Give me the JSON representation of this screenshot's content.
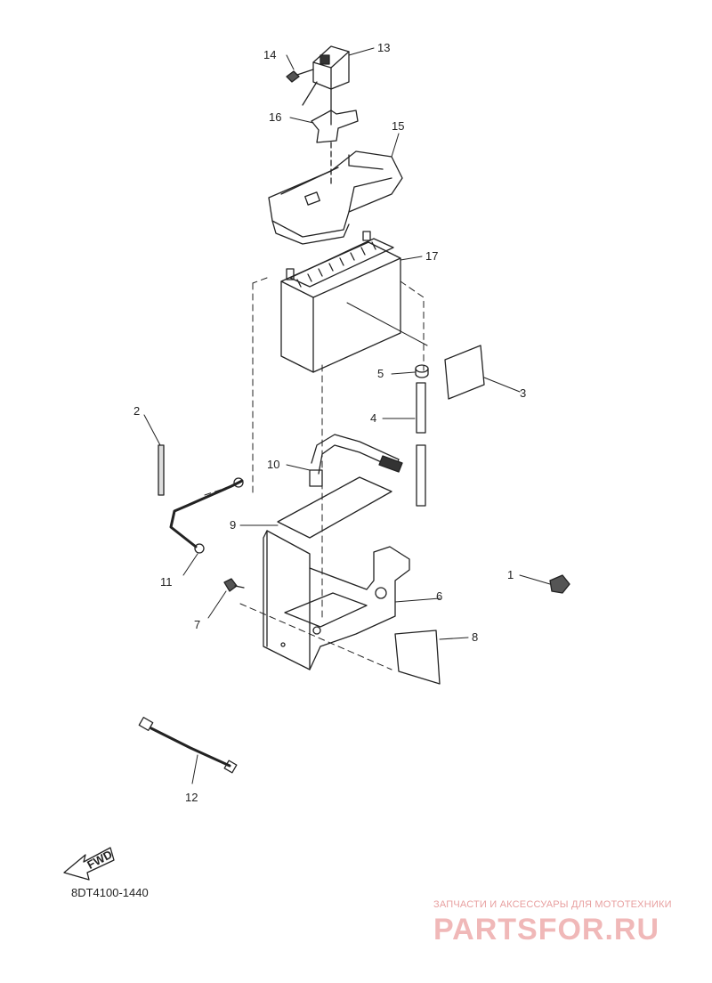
{
  "callouts": [
    {
      "id": "c1",
      "text": "1"
    },
    {
      "id": "c2",
      "text": "2"
    },
    {
      "id": "c3",
      "text": "3"
    },
    {
      "id": "c4",
      "text": "4"
    },
    {
      "id": "c5",
      "text": "5"
    },
    {
      "id": "c6",
      "text": "6"
    },
    {
      "id": "c7",
      "text": "7"
    },
    {
      "id": "c8",
      "text": "8"
    },
    {
      "id": "c9",
      "text": "9"
    },
    {
      "id": "c10",
      "text": "10"
    },
    {
      "id": "c11",
      "text": "11"
    },
    {
      "id": "c12",
      "text": "12"
    },
    {
      "id": "c13",
      "text": "13"
    },
    {
      "id": "c14",
      "text": "14"
    },
    {
      "id": "c15",
      "text": "15"
    },
    {
      "id": "c16",
      "text": "16"
    },
    {
      "id": "c17",
      "text": "17"
    }
  ],
  "fwd_label": "FWD",
  "diagram_code": "8DT4100-1440",
  "watermark": {
    "tagline": "ЗАПЧАСТИ И АКСЕССУАРЫ ДЛЯ МОТОТЕХНИКИ",
    "brand": "PARTSFOR.RU",
    "color": "#f0b8b8"
  }
}
